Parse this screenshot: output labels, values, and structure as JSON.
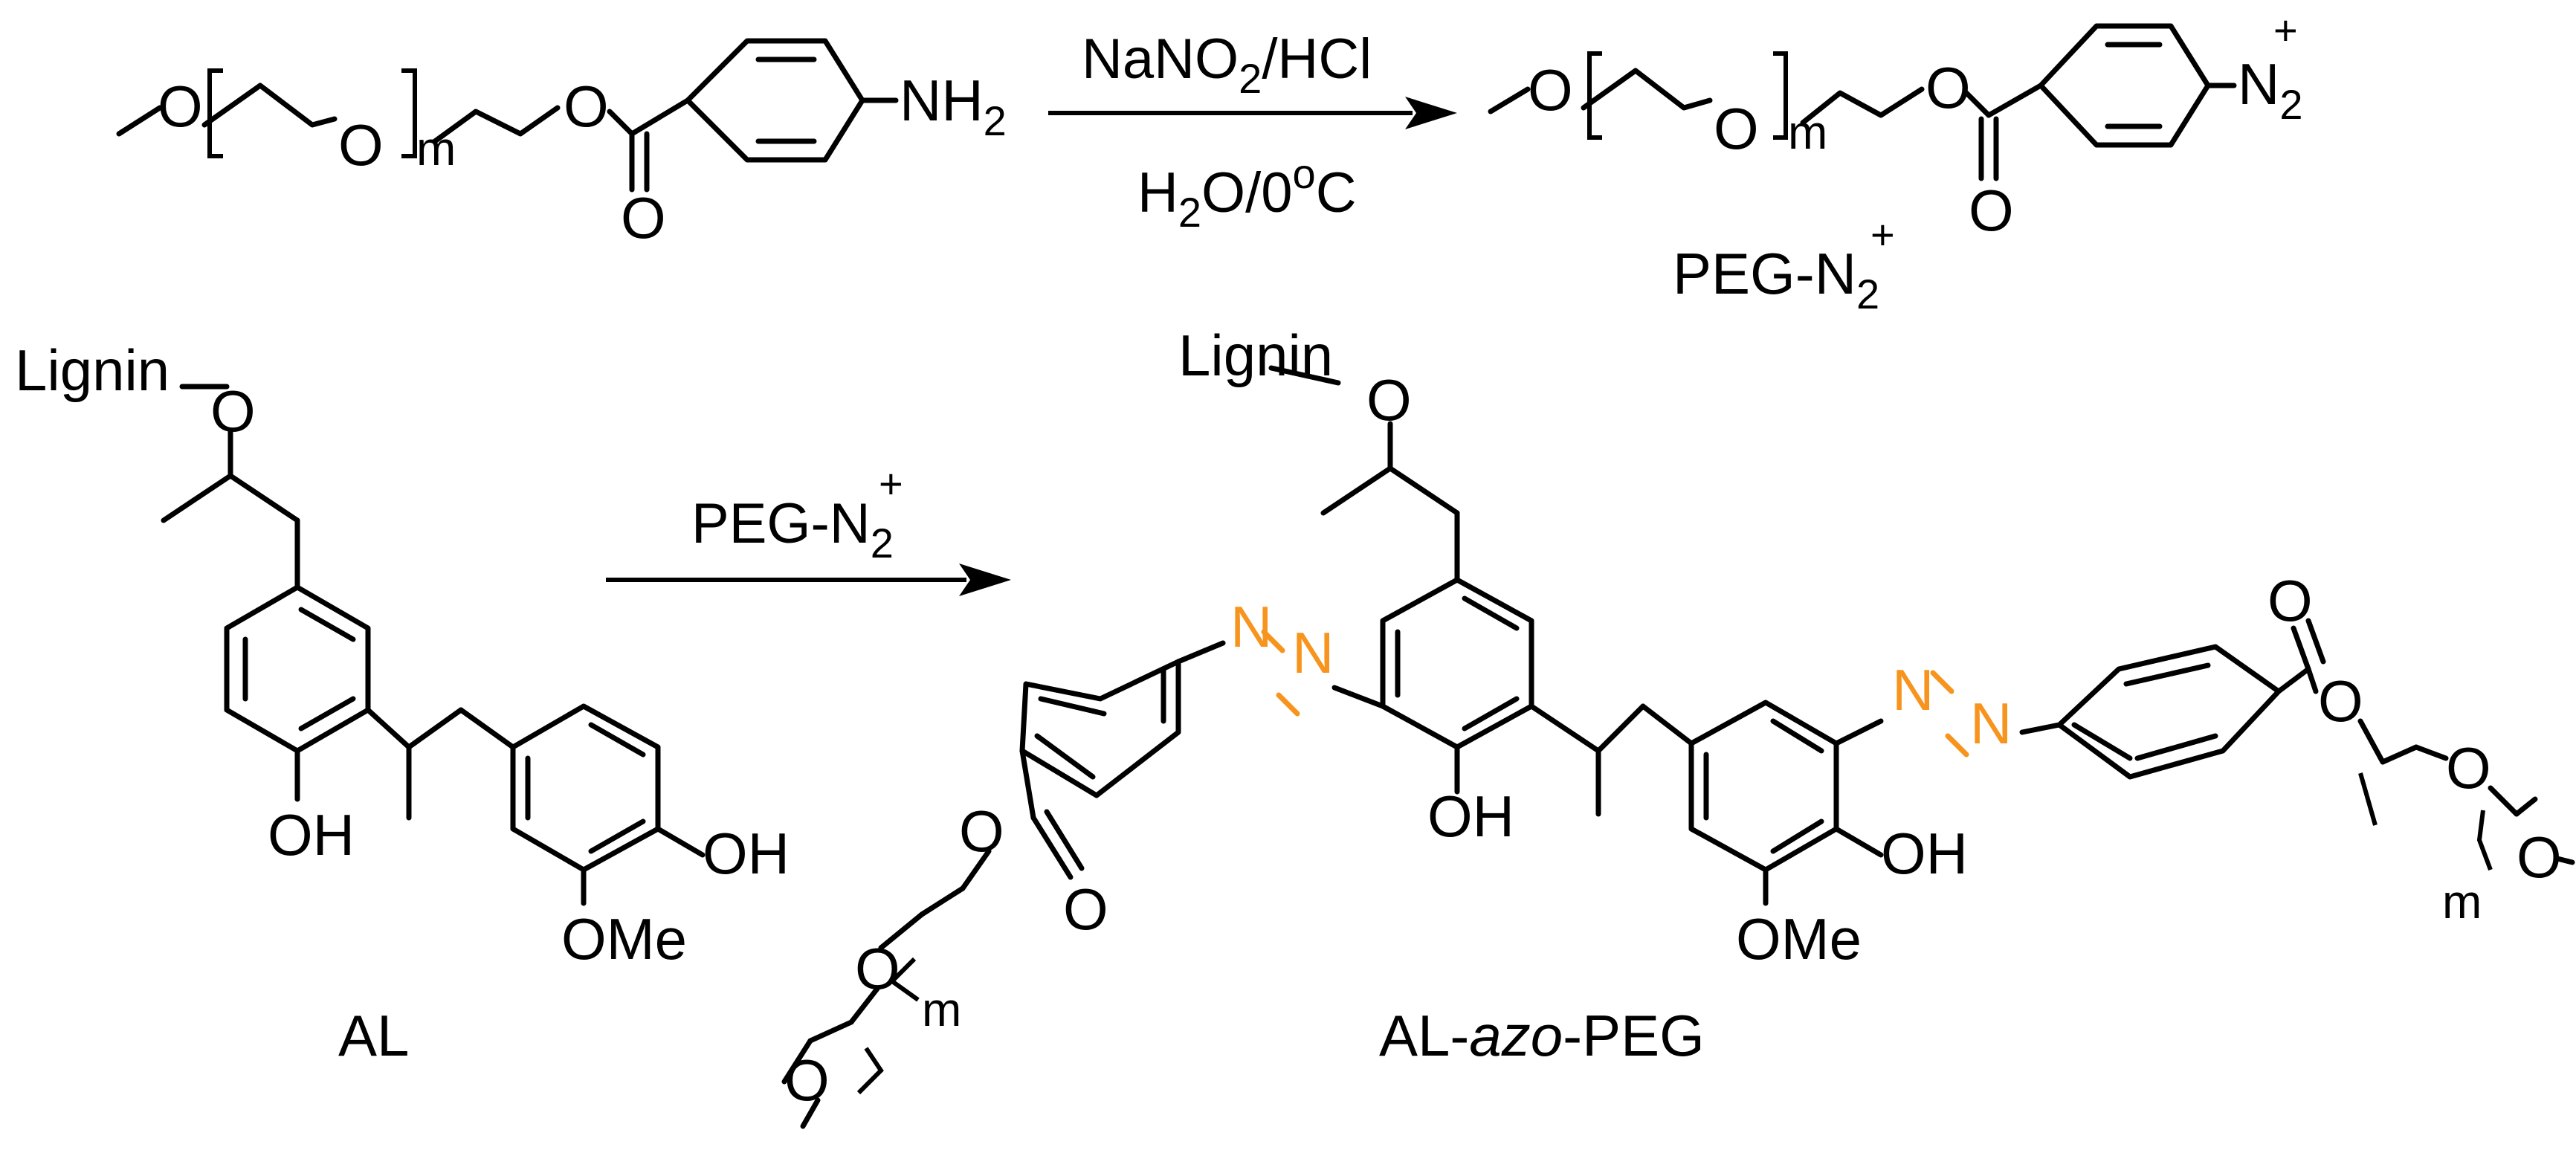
{
  "reaction1": {
    "reactant_groups": {
      "methoxy_o": "O",
      "ether_o": "O",
      "ester_o": "O",
      "carbonyl_o": "O",
      "nh2_main": "NH",
      "nh2_sub": "2",
      "repeat": "m"
    },
    "reagent_top": {
      "main": "NaNO",
      "sub": "2",
      "tail": "/HCl"
    },
    "reagent_bottom": {
      "pre": "H",
      "sub": "2",
      "mid": "O/0",
      "sup": "o",
      "tail": "C"
    },
    "product_groups": {
      "methoxy_o": "O",
      "ether_o": "O",
      "ester_o": "O",
      "carbonyl_o": "O",
      "n2_main": "N",
      "n2_sub": "2",
      "n2_charge": "+",
      "repeat": "m"
    },
    "product_label": {
      "main": "PEG-N",
      "sub": "2",
      "charge": "+"
    }
  },
  "reaction2": {
    "reactant_groups": {
      "lignin": "Lignin",
      "lignin_o": "O",
      "oh1": "OH",
      "oh2": "OH",
      "ome": "OMe"
    },
    "reactant_label": "AL",
    "reagent": {
      "main": "PEG-N",
      "sub": "2",
      "charge": "+"
    },
    "product_groups": {
      "lignin": "Lignin",
      "lignin_o": "O",
      "oh1": "OH",
      "oh2": "OH",
      "ome": "OMe",
      "azo_n": "N",
      "left_chain_o": [
        "O",
        "O",
        "O",
        "O"
      ],
      "right_chain_o": [
        "O",
        "O",
        "O",
        "O"
      ],
      "repeat": "m"
    },
    "product_label": {
      "pre": "AL-",
      "italic": "azo",
      "post": "-PEG"
    }
  },
  "colors": {
    "bond": "#000000",
    "azo": "#F7941D",
    "background": "#FFFFFF"
  }
}
